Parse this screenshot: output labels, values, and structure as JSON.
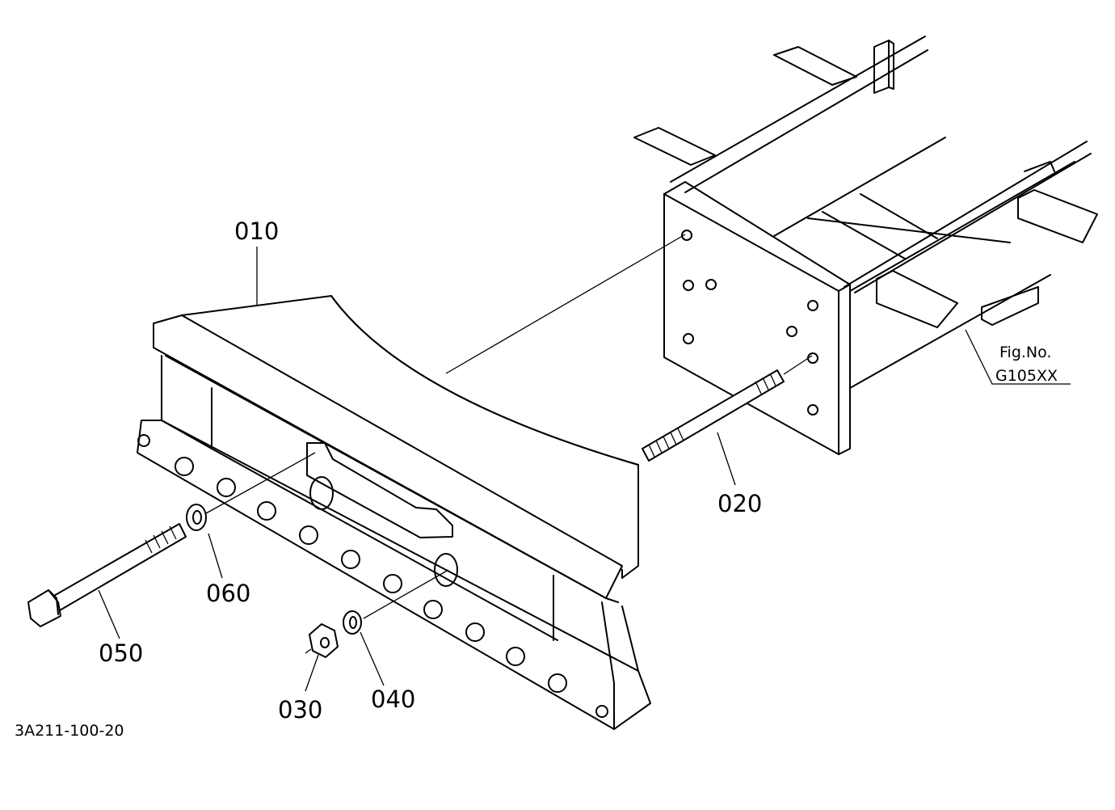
{
  "callouts": {
    "p010": "010",
    "p020": "020",
    "p030": "030",
    "p040": "040",
    "p050": "050",
    "p060": "060"
  },
  "figure_ref": {
    "line1": "Fig.No.",
    "line2": "G105XX"
  },
  "drawing_id": "3A211-100-20"
}
